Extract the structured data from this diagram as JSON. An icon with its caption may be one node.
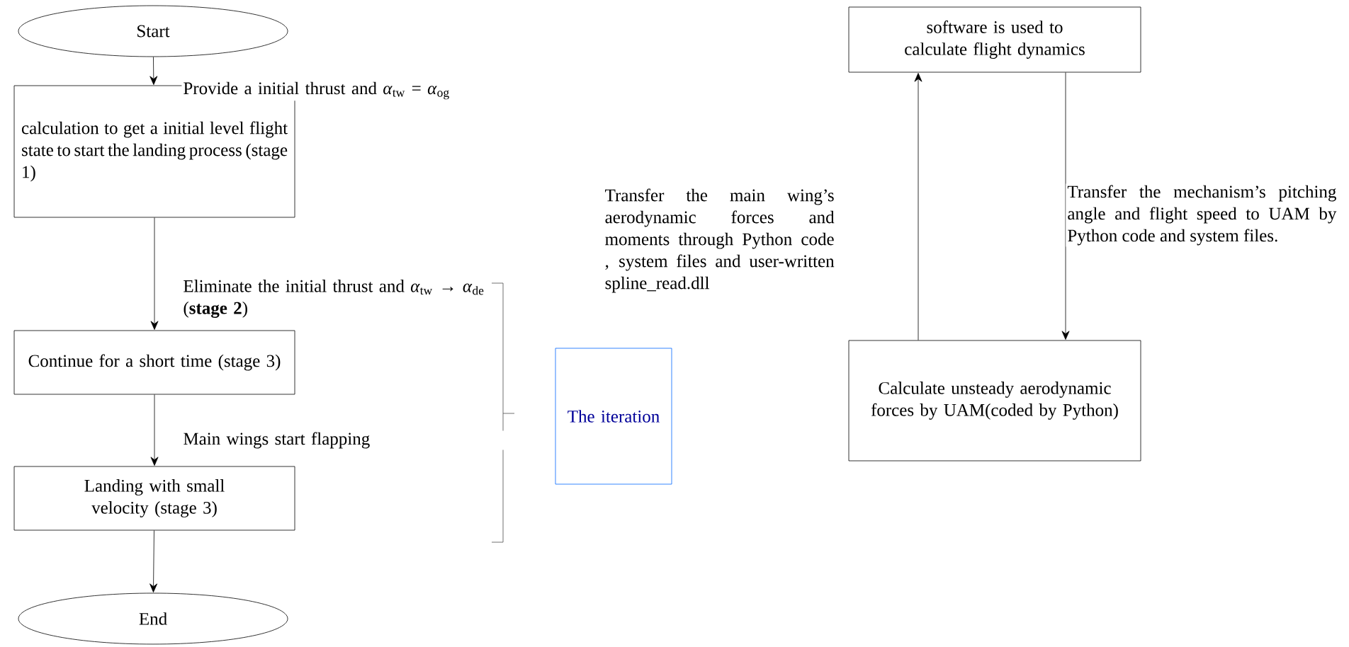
{
  "diagram": {
    "nodes": [
      {
        "text": [
          "Start"
        ]
      },
      {
        "text": [
          "calculation to get a initial level flight state to start the landing process (stage 1)"
        ]
      },
      {
        "text": [
          "Continue for a short time (stage 3)"
        ]
      },
      {
        "text": [
          "Landing with small velocity (stage 3)"
        ]
      },
      {
        "text": [
          "End"
        ]
      },
      {
        "text": [
          "The iteration"
        ]
      },
      {
        "text": [
          "software is used to calculate flight dynamics"
        ]
      },
      {
        "text": [
          "Calculate unsteady aerodynamic forces by UAM(coded by Python)"
        ]
      }
    ],
    "edges": [
      {
        "from": 0,
        "to": 1,
        "arrow": "to",
        "label": "Provide a initial thrust and *α*$_{tw}$ = *α*$_{og}$"
      },
      {
        "from": 1,
        "to": 2,
        "arrow": "to",
        "label": "Eliminate the initial thrust and *α*$_{tw}$ → *α*$_{de}$ (**stage 2**)"
      },
      {
        "from": 2,
        "to": 3,
        "arrow": "to",
        "label": "Main wings start flapping"
      },
      {
        "from": 3,
        "to": 4,
        "arrow": "to"
      },
      {
        "from": 7,
        "to": 6,
        "arrow": "to",
        "label": "Transfer the main wing’s aerodynamic forces and moments through Python code , system files and user-written spline_read.dll"
      },
      {
        "from": 6,
        "to": 7,
        "arrow": "to",
        "label": "Transfer the mechanism’s pitching angle and flight speed to UAM by Python code and system files."
      }
    ]
  }
}
